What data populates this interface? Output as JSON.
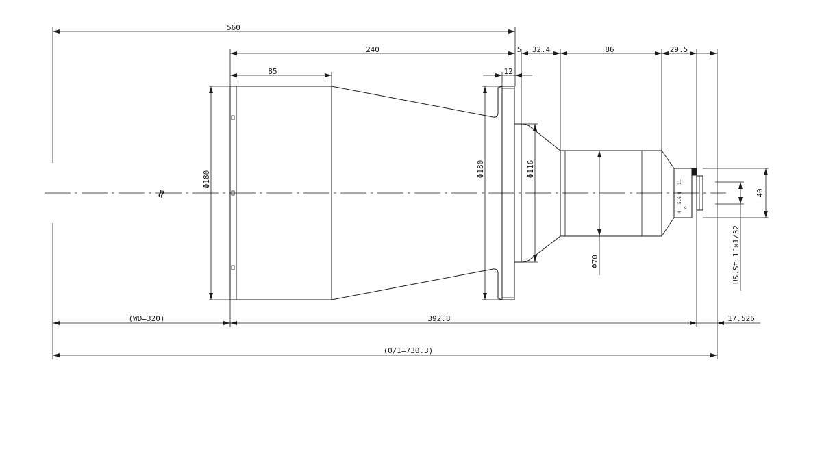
{
  "dimensions": {
    "total_length": "560",
    "body_length": "240",
    "front_barrel": "85",
    "flange": "12",
    "gap": "5",
    "step": "32.4",
    "mid_barrel": "86",
    "rear": "29.5",
    "front_dia": "Φ180",
    "flange_dia": "Φ180",
    "cone_dia": "Φ116",
    "barrel_dia": "Φ70",
    "mount_dia": "40",
    "working_distance": "(WD=320)",
    "optical_length": "392.8",
    "back_focus": "17.526",
    "object_image": "(O/I=730.3)",
    "thread": "US.St.1″×1/32"
  },
  "ring_marks": [
    "4",
    "5.6",
    "8",
    "11"
  ],
  "ring_mark_small": "o",
  "break_symbol": "≈"
}
